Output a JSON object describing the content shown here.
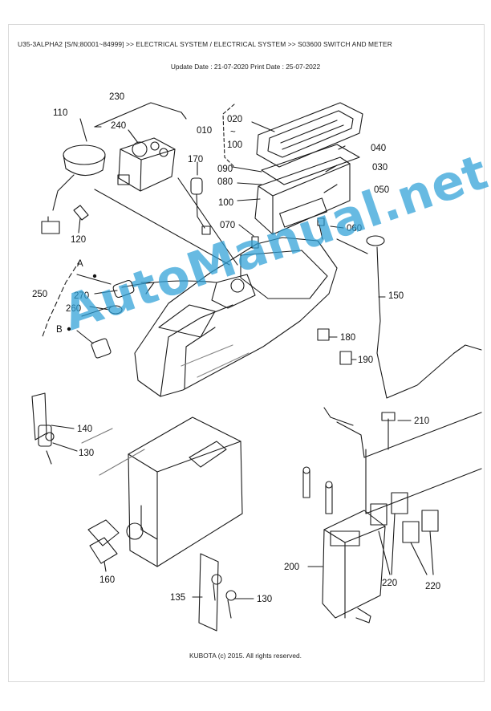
{
  "header": {
    "title": "U35-3ALPHA2  [S/N;80001~84999] >> ELECTRICAL SYSTEM / ELECTRICAL SYSTEM >> S03600   SWITCH AND METER",
    "dates": "Update Date : 21-07-2020   Print Date : 25-07-2022"
  },
  "footer": {
    "copyright": "KUBOTA (c) 2015. All rights reserved."
  },
  "watermark": {
    "text": "AutoManual.net",
    "color": "#2da0d7"
  },
  "callouts": {
    "c230": "230",
    "c110": "110",
    "c240": "240",
    "c010": "010",
    "c020": "020",
    "c_tilde": "~",
    "c100a": "100",
    "c040": "040",
    "c090": "090",
    "c030": "030",
    "c170": "170",
    "c080": "080",
    "c050": "050",
    "c100b": "100",
    "c070": "070",
    "c060": "060",
    "c120": "120",
    "cA": "A",
    "c270": "270",
    "c250": "250",
    "c260": "260",
    "cB": "B",
    "c150": "150",
    "c180": "180",
    "c190": "190",
    "c140": "140",
    "c130a": "130",
    "c210": "210",
    "c160": "160",
    "c200": "200",
    "c220a": "220",
    "c220b": "220",
    "c135": "135",
    "c130b": "130"
  }
}
